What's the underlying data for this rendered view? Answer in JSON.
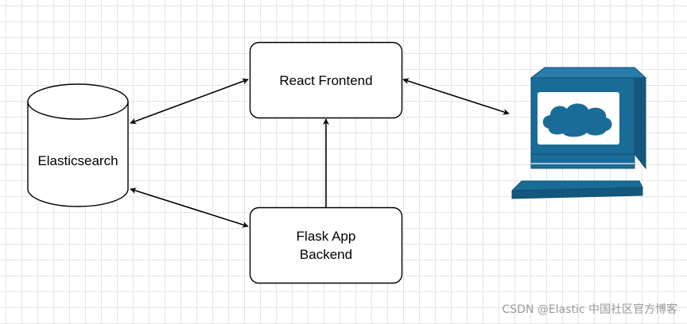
{
  "nodes": {
    "react_frontend": "React Frontend",
    "elasticsearch": "Elasticsearch",
    "flask_backend": "Flask App\nBackend"
  },
  "icons": {
    "computer": "computer-terminal-icon"
  },
  "colors": {
    "computer_fill": "#1a6c98",
    "computer_dark": "#0f4f72",
    "stroke": "#000000"
  },
  "watermark": "CSDN @Elastic 中国社区官方博客"
}
